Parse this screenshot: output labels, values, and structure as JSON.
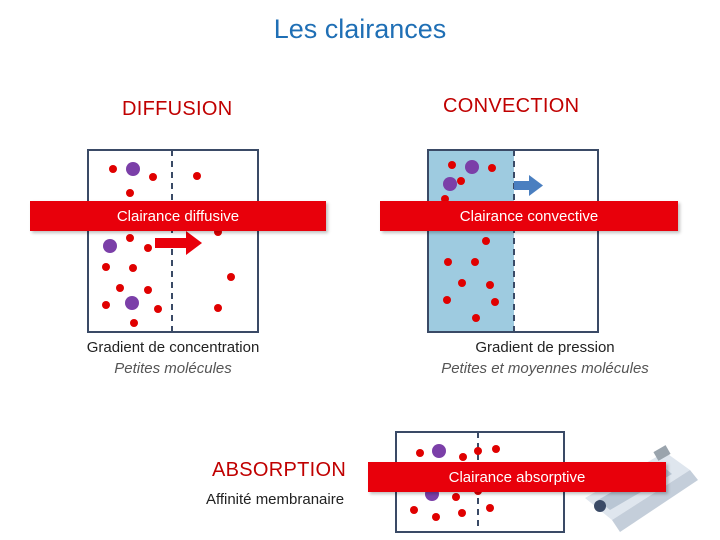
{
  "title": "Les clairances",
  "diffusion": {
    "heading": "DIFFUSION",
    "banner": "Clairance diffusive",
    "caption": "Gradient de concentration",
    "subcaption": "Petites molécules"
  },
  "convection": {
    "heading": "CONVECTION",
    "banner": "Clairance convective",
    "caption": "Gradient de pression",
    "subcaption": "Petites et moyennes molécules"
  },
  "absorption": {
    "heading": "ABSORPTION",
    "caption": "Affinité membranaire",
    "banner": "Clairance absorptive"
  },
  "colors": {
    "title": "#1f6fb5",
    "heading": "#c00000",
    "banner": "#e8000b",
    "small_molecule": "#e00000",
    "large_molecule": "#7b3fa8",
    "membrane": "#3a4a66",
    "arrow_red": "#e8000b",
    "arrow_blue": "#4a7fc0",
    "convection_fill": "#9ecbe0"
  }
}
